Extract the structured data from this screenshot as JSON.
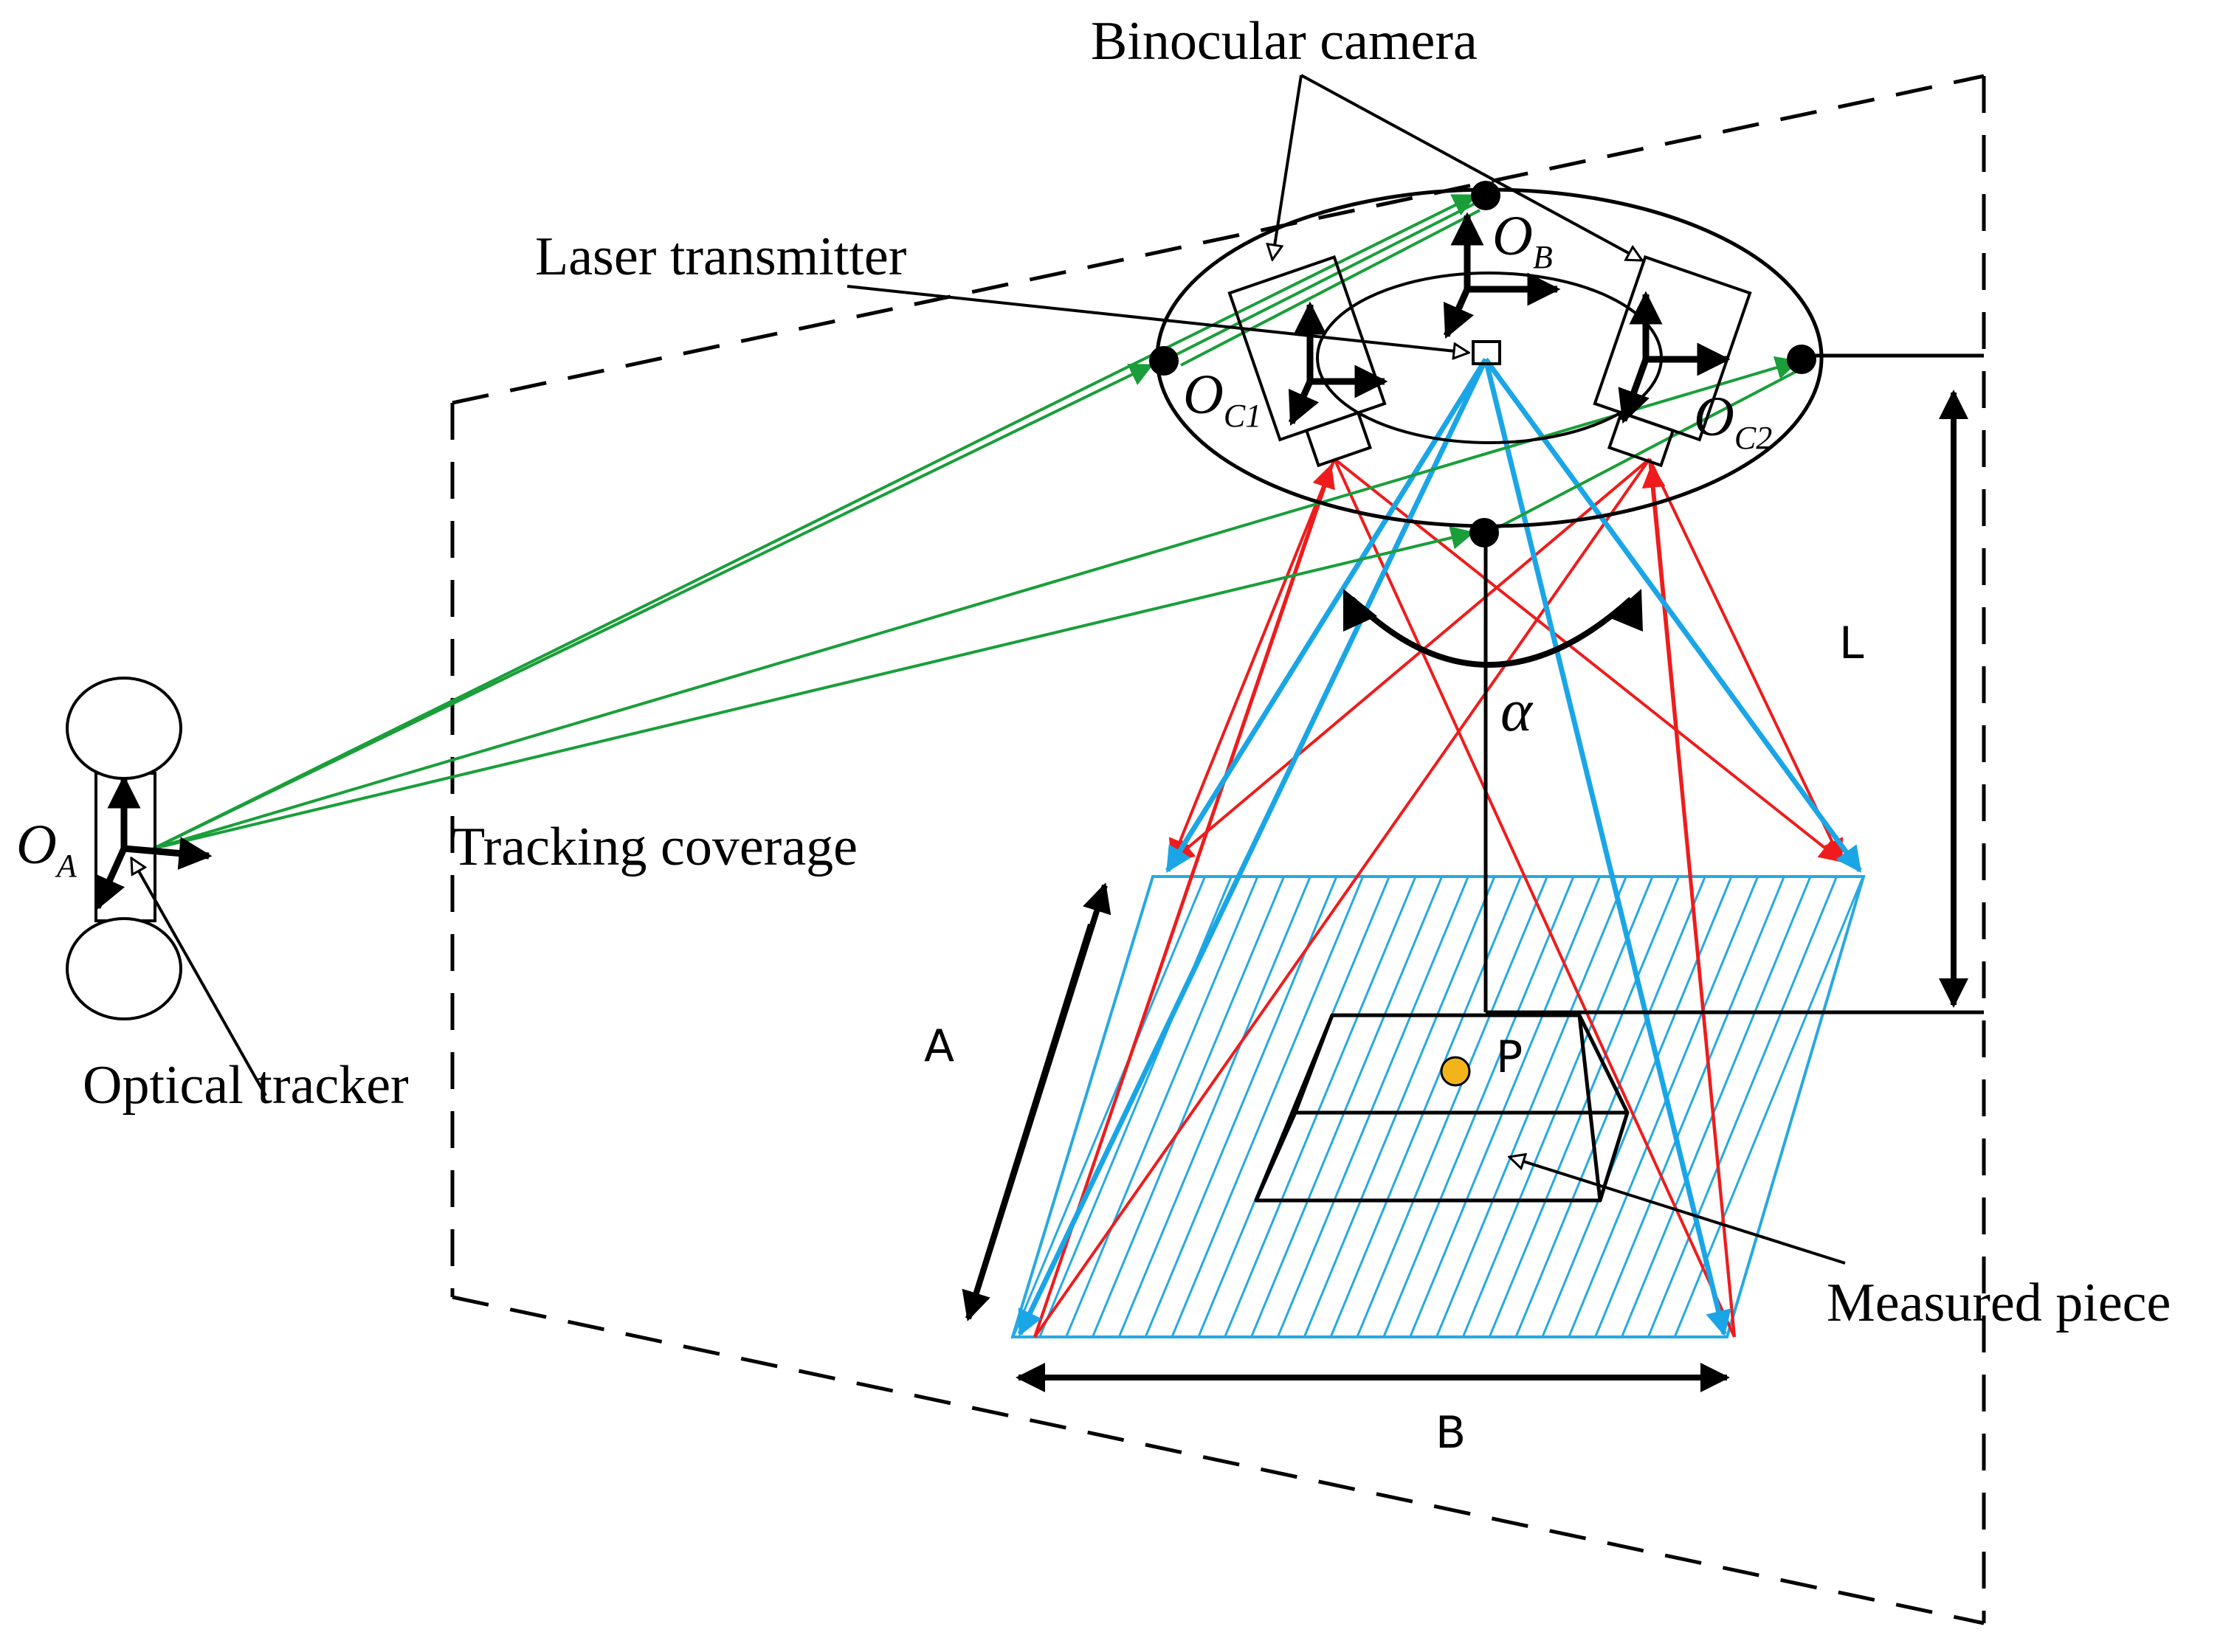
{
  "labels": {
    "binocular_camera": "Binocular camera",
    "laser_transmitter": "Laser transmitter",
    "tracking_coverage": "Tracking coverage",
    "optical_tracker": "Optical tracker",
    "measured_piece": "Measured piece",
    "dim_a": "A",
    "dim_b": "B",
    "dim_l": "L",
    "point_p": "P",
    "angle_alpha": "α"
  },
  "frames": {
    "oa": {
      "main": "O",
      "sub": "A"
    },
    "ob": {
      "main": "O",
      "sub": "B"
    },
    "oc1": {
      "main": "O",
      "sub": "C1"
    },
    "oc2": {
      "main": "O",
      "sub": "C2"
    }
  },
  "colors": {
    "tracking_ray": "#1a9e3a",
    "camera_ray": "#ee1c1c",
    "laser_ray": "#1aa6e6",
    "stripes": "#27a9e1",
    "point_p": "#f3b41b",
    "ink": "#000000"
  }
}
